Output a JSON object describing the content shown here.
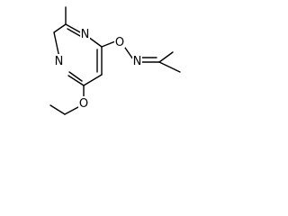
{
  "structure": {
    "atoms": {
      "n_ring_top": "N",
      "n_ring_left": "N",
      "o_oxime": "O",
      "n_oxime": "N",
      "o_ether": "O"
    }
  },
  "colors": {
    "bond": "#000000",
    "background": "#ffffff"
  }
}
